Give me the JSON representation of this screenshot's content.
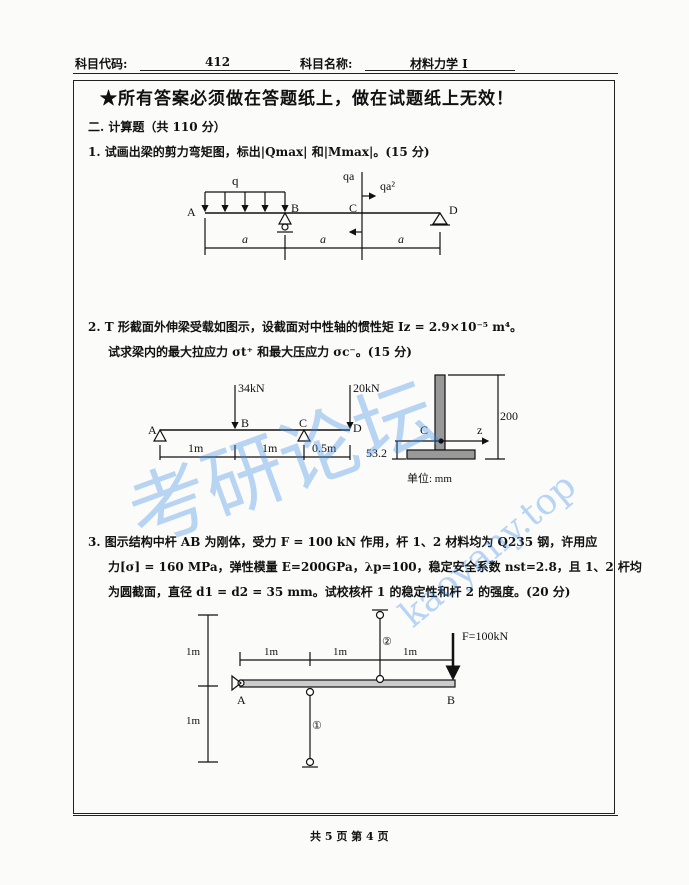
{
  "header": {
    "code_label": "科目代码:",
    "code_value": "412",
    "name_label": "科目名称:",
    "name_value": "材料力学 I"
  },
  "notice": "★所有答案必须做在答题纸上，做在试题纸上无效！",
  "section_title": "二. 计算题（共 110 分）",
  "questions": [
    {
      "lines": [
        "1. 试画出梁的剪力弯矩图，标出|Qmax| 和|Mmax|。(15 分)"
      ],
      "figure": {
        "q": "q",
        "qa": "qa",
        "qa2": "qa²",
        "A": "A",
        "B": "B",
        "C": "C",
        "D": "D",
        "a1": "a",
        "a2": "a",
        "a3": "a"
      }
    },
    {
      "lines": [
        "2. T 形截面外伸梁受载如图示，设截面对中性轴的惯性矩 Iz = 2.9×10⁻⁵ m⁴。",
        "试求梁内的最大拉应力 σt⁺ 和最大压应力 σc⁻。(15 分)"
      ],
      "figure": {
        "F1": "34kN",
        "F2": "20kN",
        "A": "A",
        "B": "B",
        "C": "C",
        "D": "D",
        "d1": "1m",
        "d2": "1m",
        "d3": "0.5m",
        "section_C": "C",
        "axis": "z",
        "h": "200",
        "yc": "53.2",
        "unit": "单位: mm"
      }
    },
    {
      "lines": [
        "3. 图示结构中杆 AB 为刚体，受力 F = 100 kN 作用，杆 1、2 材料均为 Q235 钢，许用应",
        "力[σ] = 160 MPa，弹性模量 E=200GPa，λp=100，稳定安全系数 nst=2.8，且 1、2 杆均",
        "为圆截面，直径 d1 = d2 = 35 mm。试校核杆 1 的稳定性和杆 2 的强度。(20 分)"
      ],
      "figure": {
        "F": "F=100kN",
        "A": "A",
        "B": "B",
        "bar1": "①",
        "bar2": "②",
        "v1": "1m",
        "v2": "1m",
        "h1": "1m",
        "h2": "1m",
        "h3": "1m"
      }
    }
  ],
  "footer": "共 5 页 第 4 页",
  "watermark": {
    "text1": "考研论坛",
    "text2": "kaoyany.top",
    "color": "#3c8ce6"
  }
}
